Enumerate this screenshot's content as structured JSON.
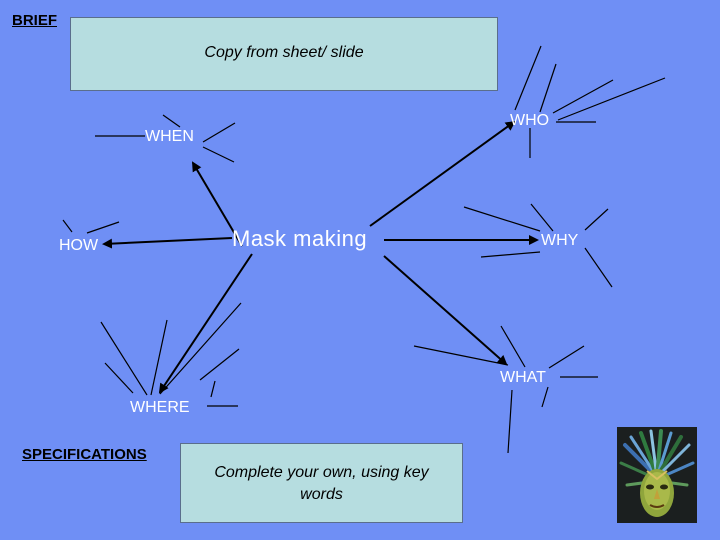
{
  "brief_label": "BRIEF",
  "brief_box_text": "Copy from sheet/ slide",
  "center_label": "Mask making",
  "nodes": {
    "who": "WHO",
    "when": "WHEN",
    "how": "HOW",
    "why": "WHY",
    "what": "WHAT",
    "where": "WHERE"
  },
  "specifications_label": "SPECIFICATIONS",
  "specs_box_text": "Complete your own, using key words",
  "colors": {
    "background": "#6f8ff5",
    "box_fill": "#b6dde0",
    "text_light": "#ffffff",
    "text_dark": "#000000"
  },
  "image": "mask-icon"
}
